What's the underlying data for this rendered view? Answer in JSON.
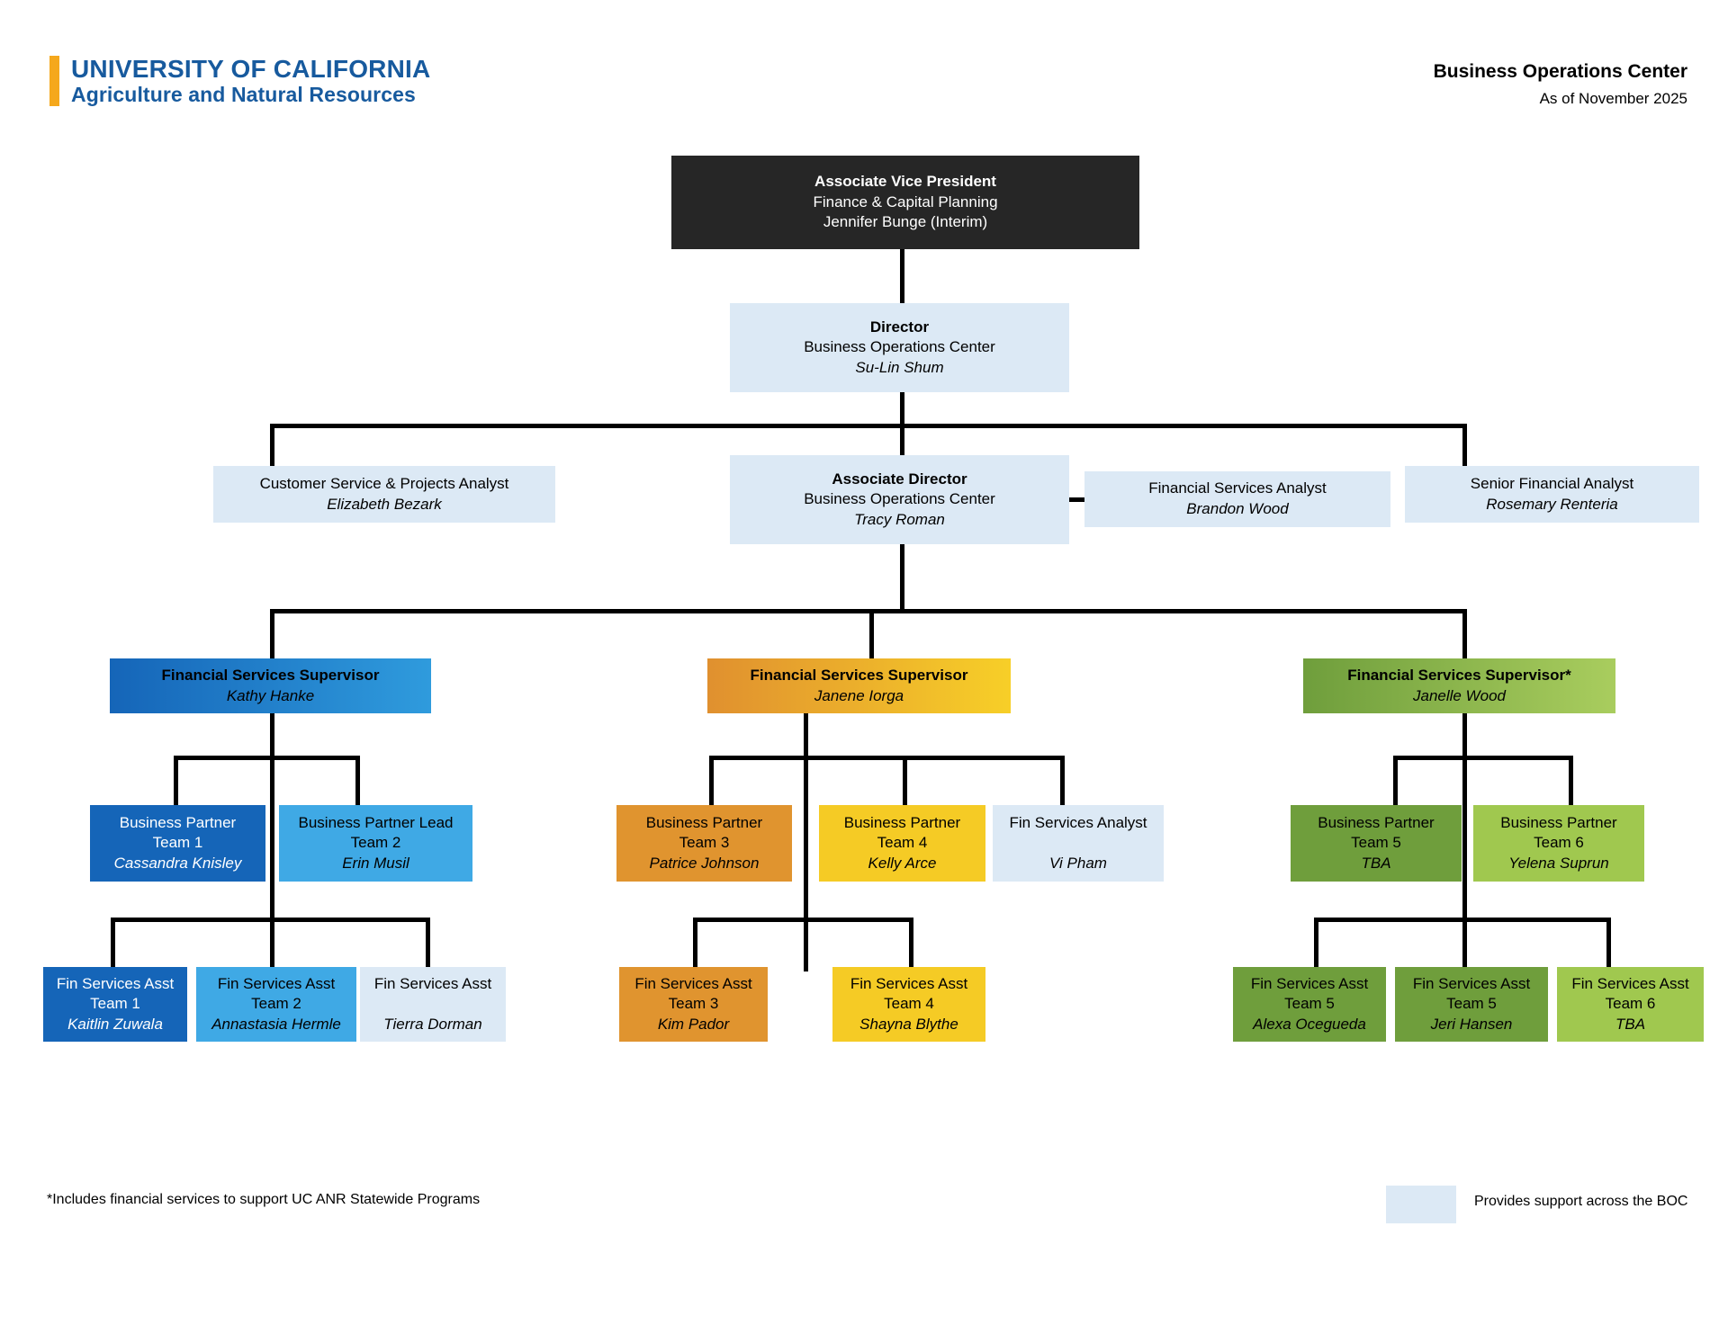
{
  "header": {
    "logo_line1": "UNIVERSITY OF CALIFORNIA",
    "logo_line2": "Agriculture and Natural Resources",
    "title": "Business Operations Center",
    "subtitle": "As of November 2025"
  },
  "colors": {
    "brand_blue": "#175a9e",
    "brand_gold": "#f5a81c",
    "dark_box": "#262626",
    "pale_blue": "#dce9f5",
    "team_blue_dark": "#1565b8",
    "team_blue_light": "#3fa9e5",
    "team_orange": "#e0942f",
    "team_yellow": "#f5cb25",
    "team_green_dark": "#6f9e3c",
    "team_green_light": "#a0c84f"
  },
  "chart_data": {
    "type": "org-chart",
    "title": "Business Operations Center",
    "levels": 5
  },
  "nodes": {
    "avp": {
      "title": "Associate Vice President",
      "unit": "Finance & Capital Planning",
      "person": "Jennifer Bunge (Interim)"
    },
    "director": {
      "title": "Director",
      "unit": "Business Operations Center",
      "person": "Su-Lin Shum"
    },
    "assoc_dir": {
      "title": "Associate Director",
      "unit": "Business Operations Center",
      "person": "Tracy Roman"
    },
    "cs_analyst": {
      "title": "Customer Service & Projects Analyst",
      "person": "Elizabeth Bezark"
    },
    "fin_analyst": {
      "title": "Financial Services Analyst",
      "person": "Brandon Wood"
    },
    "sr_analyst": {
      "title": "Senior Financial Analyst",
      "person": "Rosemary Renteria"
    },
    "sup_blue": {
      "title": "Financial Services Supervisor",
      "person": "Kathy Hanke"
    },
    "sup_orange": {
      "title": "Financial Services Supervisor",
      "person": "Janene Iorga"
    },
    "sup_green": {
      "title": "Financial Services Supervisor*",
      "person": "Janelle Wood"
    },
    "bp1": {
      "title": "Business Partner",
      "team": "Team 1",
      "person": "Cassandra Knisley"
    },
    "bp2": {
      "title": "Business Partner Lead",
      "team": "Team 2",
      "person": "Erin Musil"
    },
    "bp3": {
      "title": "Business Partner",
      "team": "Team 3",
      "person": "Patrice Johnson"
    },
    "bp4": {
      "title": "Business Partner",
      "team": "Team 4",
      "person": "Kelly Arce"
    },
    "fsa_vi": {
      "title": "Fin Services Analyst",
      "team": "",
      "person": "Vi Pham"
    },
    "bp5": {
      "title": "Business Partner",
      "team": "Team 5",
      "person": "TBA"
    },
    "bp6": {
      "title": "Business Partner",
      "team": "Team 6",
      "person": "Yelena Suprun"
    },
    "fa1": {
      "title": "Fin Services Asst",
      "team": "Team 1",
      "person": "Kaitlin Zuwala"
    },
    "fa2": {
      "title": "Fin Services Asst",
      "team": "Team 2",
      "person": "Annastasia Hermle"
    },
    "fa3": {
      "title": "Fin Services Asst",
      "team": "",
      "person": "Tierra Dorman"
    },
    "fa4": {
      "title": "Fin Services Asst",
      "team": "Team 3",
      "person": "Kim Pador"
    },
    "fa5": {
      "title": "Fin Services Asst",
      "team": "Team 4",
      "person": "Shayna Blythe"
    },
    "fa6": {
      "title": "Fin Services Asst",
      "team": "Team 5",
      "person": "Alexa Ocegueda"
    },
    "fa7": {
      "title": "Fin Services Asst",
      "team": "Team 5",
      "person": "Jeri Hansen"
    },
    "fa8": {
      "title": "Fin Services Asst",
      "team": "Team 6",
      "person": "TBA"
    }
  },
  "footer": {
    "footnote": "*Includes financial services to support UC ANR Statewide Programs",
    "legend_label": "Provides support across the BOC"
  }
}
